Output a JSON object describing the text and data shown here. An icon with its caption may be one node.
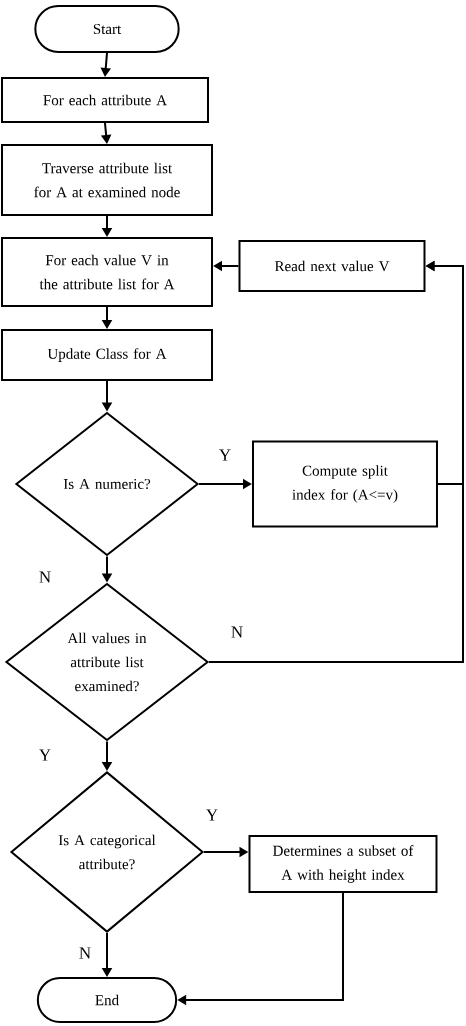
{
  "diagram": {
    "nodes": [
      {
        "text": [
          "Start"
        ]
      },
      {
        "text": [
          "For each attribute A"
        ]
      },
      {
        "text": [
          "Traverse attribute list for A at examined node"
        ]
      },
      {
        "text": [
          "For each value V in the attribute list for A"
        ]
      },
      {
        "text": [
          "Read next value V"
        ]
      },
      {
        "text": [
          "Update Class for A"
        ]
      },
      {
        "text": [
          "Is A numeric?"
        ]
      },
      {
        "text": [
          "Compute split index for (A<=v)"
        ]
      },
      {
        "text": [
          "All values in attribute list examined?"
        ]
      },
      {
        "text": [
          "Is A categorical attribute?"
        ]
      },
      {
        "text": [
          "Determines a subset of A with height index"
        ]
      },
      {
        "text": [
          "End"
        ]
      }
    ],
    "edges": [
      {
        "from": 0,
        "to": 1,
        "arrow": "to"
      },
      {
        "from": 1,
        "to": 2,
        "arrow": "to"
      },
      {
        "from": 2,
        "to": 3,
        "arrow": "to"
      },
      {
        "from": 3,
        "to": 5,
        "arrow": "to"
      },
      {
        "from": 5,
        "to": 6,
        "arrow": "to"
      },
      {
        "from": 6,
        "to": 7,
        "arrow": "to",
        "label": "Y"
      },
      {
        "from": 6,
        "to": 8,
        "arrow": "to",
        "label": "N"
      },
      {
        "from": 8,
        "to": 4,
        "arrow": "to",
        "label": "N"
      },
      {
        "from": 7,
        "to": 4,
        "arrow": "to"
      },
      {
        "from": 4,
        "to": 3,
        "arrow": "to"
      },
      {
        "from": 8,
        "to": 9,
        "arrow": "to",
        "label": "Y"
      },
      {
        "from": 9,
        "to": 10,
        "arrow": "to",
        "label": "Y"
      },
      {
        "from": 9,
        "to": 11,
        "arrow": "to",
        "label": "N"
      },
      {
        "from": 10,
        "to": 11,
        "arrow": "to"
      }
    ]
  }
}
